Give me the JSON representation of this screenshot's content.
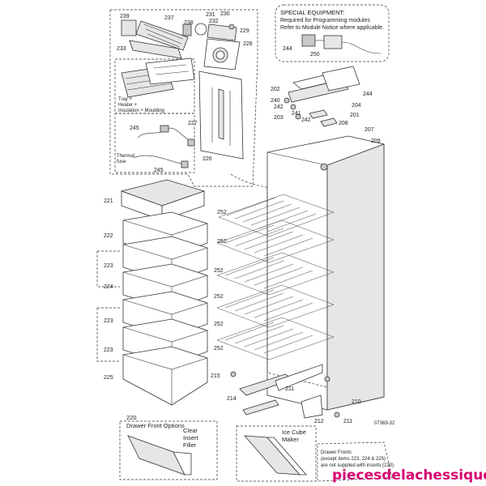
{
  "special": {
    "title": "SPECIAL EQUIPMENT:",
    "line1": "Required for Programming modules",
    "line2": "Refer to Module Notice where applicable.",
    "n244": "244",
    "n250": "250"
  },
  "kit_labels": {
    "tray": "Tray +",
    "heater": "Heater +",
    "insulation": "Insulation + Moulding",
    "thermal1": "Thermal",
    "thermal2": "fuse"
  },
  "drawer_front": {
    "number": "220",
    "title": "Drawer Front Options",
    "clear1": "Clear",
    "clear2": "Insert",
    "clear3": "Filler",
    "ice1": "Ice Cube",
    "ice2": "Maker"
  },
  "note": {
    "line1": "Drawer Fronts",
    "line2": "(except items 223, 224 & 225)",
    "line3": "are not supplied with inserts (220)"
  },
  "ref_code": "07369-32",
  "watermark": "piecesdelachessique",
  "callouts": {
    "c239": "239",
    "c237": "237",
    "c238": "238",
    "c231": "231",
    "c232": "232",
    "c230": "230",
    "c229": "229",
    "c228": "228",
    "c233": "233",
    "c227": "227",
    "c226": "226",
    "c245a": "245",
    "c245b": "245",
    "c202": "202",
    "c240": "240",
    "c242a": "242",
    "c241": "241",
    "c242b": "242",
    "c203": "203",
    "c244": "244",
    "c204": "204",
    "c201": "201",
    "c208": "208",
    "c207": "207",
    "c209": "209",
    "c221": "221",
    "c222": "222",
    "c223a": "223",
    "c224": "224",
    "c223b": "223",
    "c223c": "223",
    "c225": "225",
    "c252a": "252",
    "c252b": "252",
    "c252c": "252",
    "c252d": "252",
    "c252e": "252",
    "c252f": "252",
    "c215": "215",
    "c214": "214",
    "c211a": "211",
    "c211b": "211",
    "c210": "210",
    "c212": "212"
  }
}
